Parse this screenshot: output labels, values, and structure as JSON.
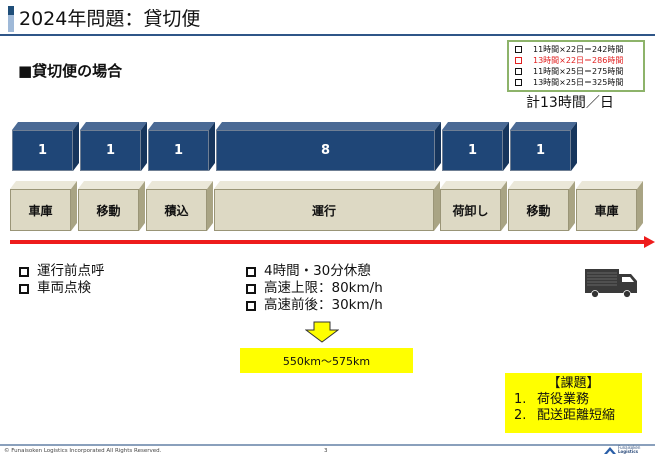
{
  "header": {
    "title": "2024年問題：貸切便"
  },
  "subtitle": "■貸切便の場合",
  "legend": {
    "rows": [
      {
        "text": "11時間×22日＝242時間",
        "highlight": false
      },
      {
        "text": "13時間×22日＝286時間",
        "highlight": true
      },
      {
        "text": "11時間×25日＝275時間",
        "highlight": false
      },
      {
        "text": "13時間×25日＝325時間",
        "highlight": false
      }
    ],
    "highlight_color": "#e02020",
    "border_color": "#8db36a"
  },
  "total_label": "計13時間／日",
  "timeline": {
    "hours": [
      "1",
      "1",
      "1",
      "8",
      "1",
      "1"
    ],
    "steps": [
      "車庫",
      "移動",
      "積込",
      "運行",
      "荷卸し",
      "移動",
      "車庫"
    ],
    "hour_box_color": "#1f4677",
    "step_box_color": "#ddd9c4",
    "arrow_color": "#ee1c1c"
  },
  "left_bullets": [
    "運行前点呼",
    "車両点検"
  ],
  "mid_bullets": [
    "4時間・30分休憩",
    "高速上限：80km/h",
    "高速前後：30km/h"
  ],
  "distance_result": "550km～575km",
  "issues": {
    "title": "【課題】",
    "items": [
      {
        "num": "1.",
        "text": "荷役業務"
      },
      {
        "num": "2.",
        "text": "配送距離短縮"
      }
    ]
  },
  "icons": {
    "truck": "truck-icon",
    "logo": "company-logo-icon",
    "arrow": "down-arrow-icon"
  },
  "footer": {
    "copyright": "© Funaisoken Logistics Incorporated All Rights Reserved.",
    "page": "3",
    "logo_line1": "Funaisoken",
    "logo_line2": "Logistics"
  }
}
